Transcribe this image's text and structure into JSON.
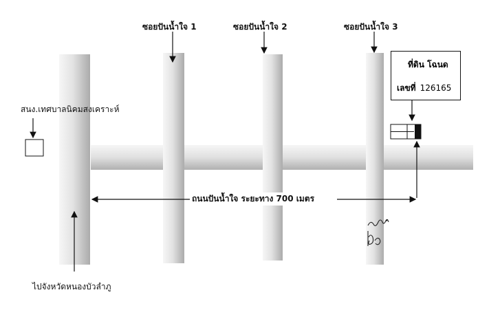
{
  "roads": {
    "soi_1": "ซอยปันน้ำใจ 1",
    "soi_2": "ซอยปันน้ำใจ 2",
    "soi_3": "ซอยปันน้ำใจ 3",
    "main_road": "ถนนปันน้ำใจ ระยะทาง 700 เมตร"
  },
  "landmarks": {
    "municipal_office": "สนง.เทศบาลนิคมสงเคราะห์",
    "direction_south": "ไปจังหวัดหนองบัวลำภู"
  },
  "land_parcel": {
    "line1": "ที่ดิน โฉนด",
    "line2_label": "เลขที่",
    "line2_number": "126165"
  },
  "colors": {
    "road_light": "#f4f4f4",
    "road_dark": "#b8b8b8",
    "line": "#111111"
  }
}
